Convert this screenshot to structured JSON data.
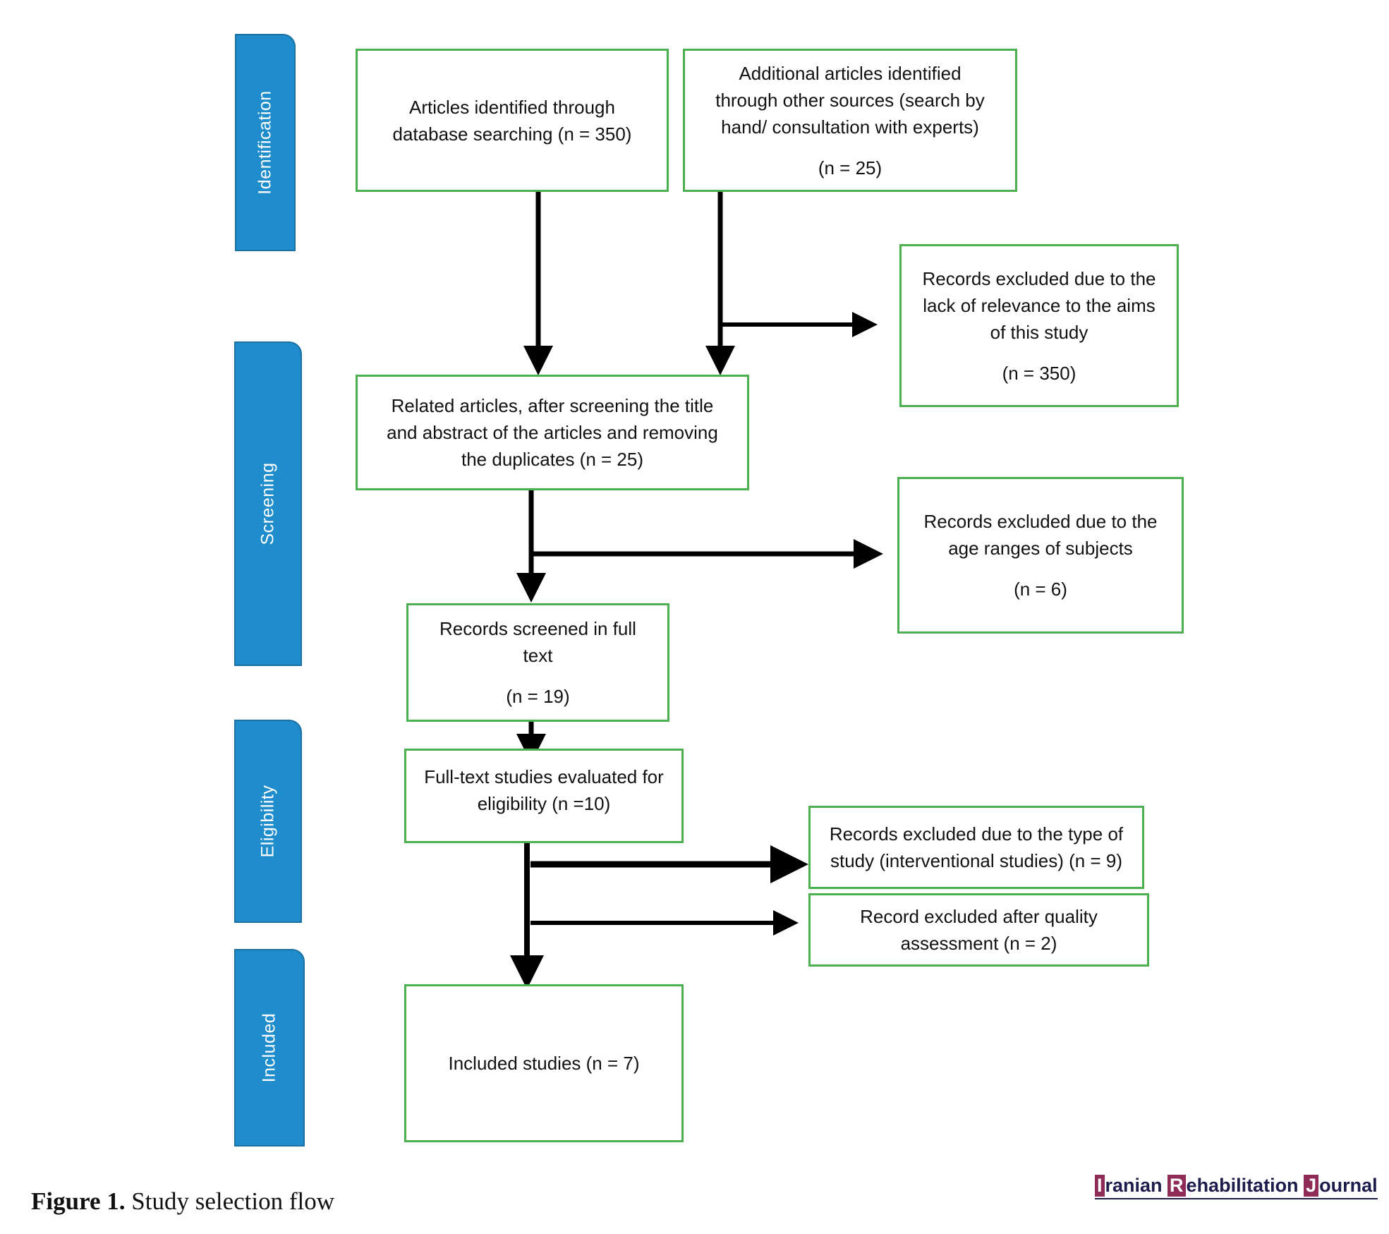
{
  "phases": {
    "identification": "Identification",
    "screening": "Screening",
    "eligibility": "Eligibility",
    "included": "Included"
  },
  "boxes": {
    "database_search": {
      "lines": [
        "Articles identified through",
        "database searching (n = 350)"
      ]
    },
    "other_sources": {
      "lines": [
        "Additional articles identified",
        "through other sources (search by",
        "hand/ consultation with experts)"
      ],
      "count": "(n = 25)"
    },
    "excluded_relevance": {
      "lines": [
        "Records excluded due to the",
        "lack of relevance to the aims",
        "of this study"
      ],
      "count": "(n = 350)"
    },
    "related_articles": {
      "lines": [
        "Related articles, after screening the title",
        "and abstract of the articles and removing",
        "the duplicates (n = 25)"
      ]
    },
    "excluded_age": {
      "lines": [
        "Records excluded due to the",
        "age ranges of subjects"
      ],
      "count": "(n = 6)"
    },
    "screened_full_text": {
      "lines": [
        "Records screened in full",
        "text"
      ],
      "count": "(n = 19)"
    },
    "eligibility_evaluated": {
      "lines": [
        "Full-text studies evaluated for",
        "eligibility (n =10)"
      ]
    },
    "excluded_type": {
      "lines": [
        "Records excluded due to the type of",
        "study (interventional studies) (n = 9)"
      ]
    },
    "excluded_quality": {
      "lines": [
        "Record excluded after quality",
        "assessment (n = 2)"
      ]
    },
    "included_studies": {
      "lines": [
        "Included studies (n = 7)"
      ]
    }
  },
  "caption": {
    "label": "Figure 1.",
    "text": " Study selection flow"
  },
  "journal": {
    "i": "I",
    "ranian": "ranian ",
    "r": "R",
    "ehabilitation": "ehabilitation ",
    "j": "J",
    "ournal": "ournal"
  },
  "colors": {
    "phase_fill": "#1f8ccc",
    "box_border": "#4caf50",
    "arrow": "#000000",
    "journal_accent": "#8e2b56"
  }
}
